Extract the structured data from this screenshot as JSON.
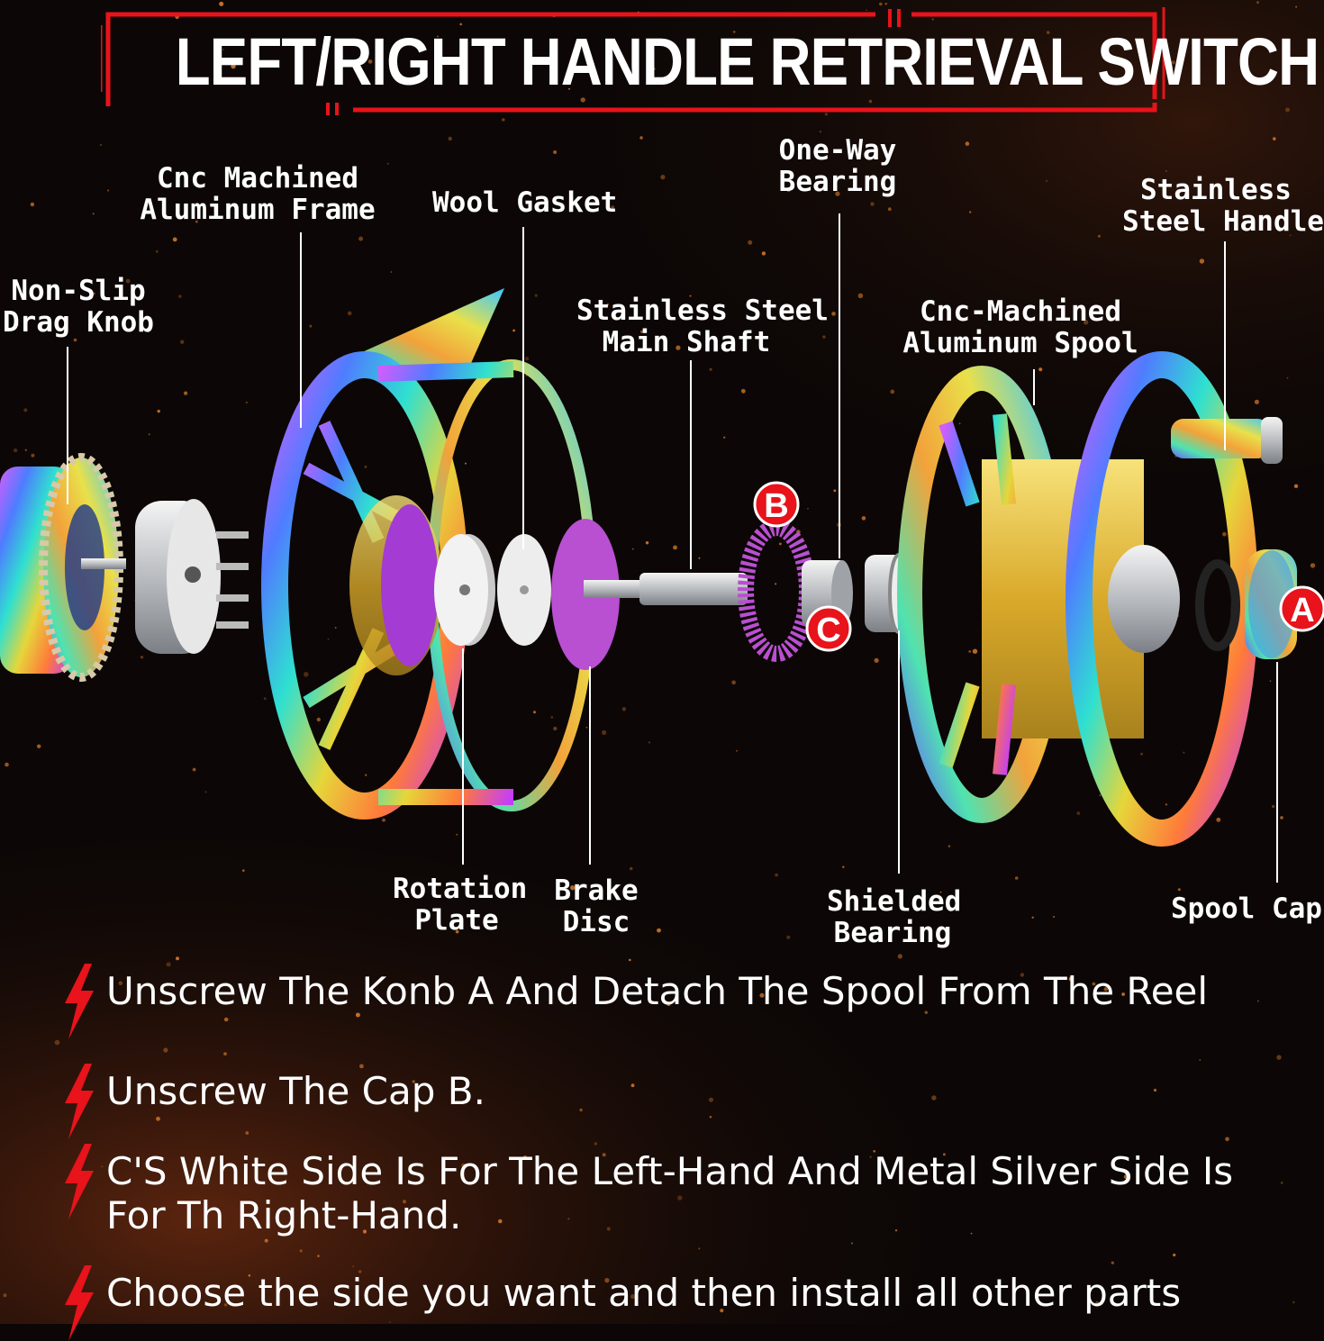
{
  "title": "LEFT/RIGHT HANDLE RETRIEVAL SWITCH",
  "colors": {
    "accent_red": "#e8131b",
    "background": "#0c0706",
    "spark": "#d97a2b",
    "purple_part": "#b94fd1"
  },
  "labels": {
    "non_slip_drag_knob": [
      "Non-Slip",
      "Drag Knob"
    ],
    "cnc_machined_aluminum_frame": [
      "Cnc Machined",
      "Aluminum Frame"
    ],
    "wool_gasket": [
      "Wool Gasket"
    ],
    "stainless_steel_main_shaft": [
      "Stainless Steel",
      "Main Shaft"
    ],
    "one_way_bearing": [
      "One-Way",
      "Bearing"
    ],
    "cnc_machined_aluminum_spool": [
      "Cnc-Machined",
      "Aluminum Spool"
    ],
    "stainless_steel_handle": [
      "Stainless",
      "Steel Handle"
    ],
    "rotation_plate": [
      "Rotation",
      "Plate"
    ],
    "brake_disc": [
      "Brake",
      "Disc"
    ],
    "shielded_bearing": [
      "Shielded",
      "Bearing"
    ],
    "spool_cap": [
      "Spool Cap"
    ]
  },
  "markers": {
    "a": "A",
    "b": "B",
    "c": "C"
  },
  "steps": [
    [
      "Unscrew The Konb A And Detach The Spool From The Reel"
    ],
    [
      "Unscrew The Cap B."
    ],
    [
      "C'S White Side Is For The Left-Hand And Metal Silver Side Is",
      "For Th Right-Hand."
    ],
    [
      "Choose the side you want and then install all other parts"
    ]
  ]
}
